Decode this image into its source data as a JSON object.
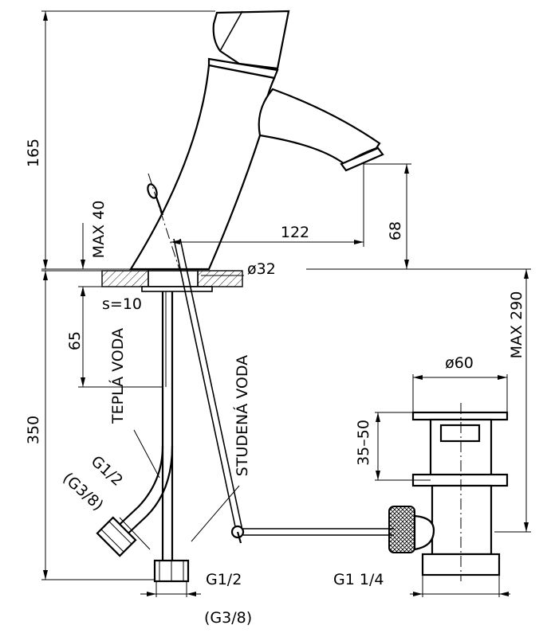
{
  "dimensions": {
    "height_top": "165",
    "max_40": "MAX 40",
    "reach": "122",
    "spout_height": "68",
    "hole_dia": "ø32",
    "thickness": "s=10",
    "depth_65": "65",
    "length_350": "350",
    "max_290": "MAX 290",
    "waste_dia": "ø60",
    "range_35_50": "35–50",
    "thread_hot": "G1/2",
    "thread_hot_alt": "(G3/8)",
    "thread_bottom": "G1/2",
    "thread_bottom_alt": "(G3/8)",
    "thread_waste": "G1  1/4"
  },
  "labels": {
    "hot_water": "TEPLÁ VODA",
    "cold_water": "STUDENÁ VODA"
  }
}
